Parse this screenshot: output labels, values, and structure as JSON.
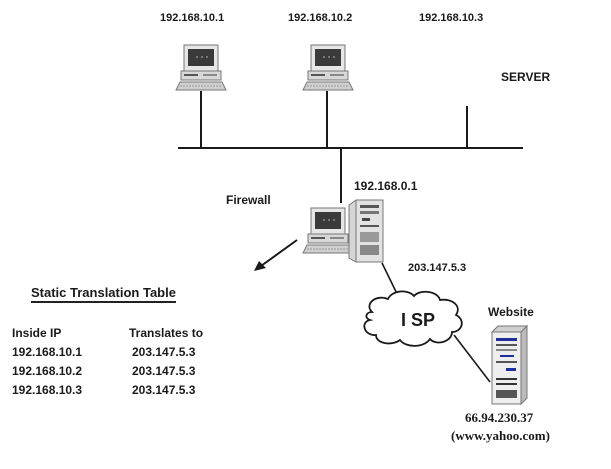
{
  "network": {
    "hosts": [
      {
        "ip": "192.168.10.1",
        "type": "workstation"
      },
      {
        "ip": "192.168.10.2",
        "type": "workstation"
      },
      {
        "ip": "192.168.10.3",
        "type": "server-drop"
      }
    ],
    "server_label": "SERVER",
    "firewall": {
      "label": "Firewall",
      "inside_ip": "192.168.0.1",
      "outside_ip": "203.147.5.3"
    },
    "isp": {
      "label": "I SP"
    },
    "website": {
      "label": "Website",
      "ip": "66.94.230.37",
      "hostname": "(www.yahoo.com)"
    }
  },
  "translation_table": {
    "title": "Static Translation Table",
    "headers": [
      "Inside IP",
      "Translates to"
    ],
    "rows": [
      [
        "192.168.10.1",
        "203.147.5.3"
      ],
      [
        "192.168.10.2",
        "203.147.5.3"
      ],
      [
        "192.168.10.3",
        "203.147.5.3"
      ]
    ]
  },
  "colors": {
    "line": "#1a1a1a",
    "screen": "#3a3a3a",
    "rack_accent": "#1f2f9a"
  }
}
